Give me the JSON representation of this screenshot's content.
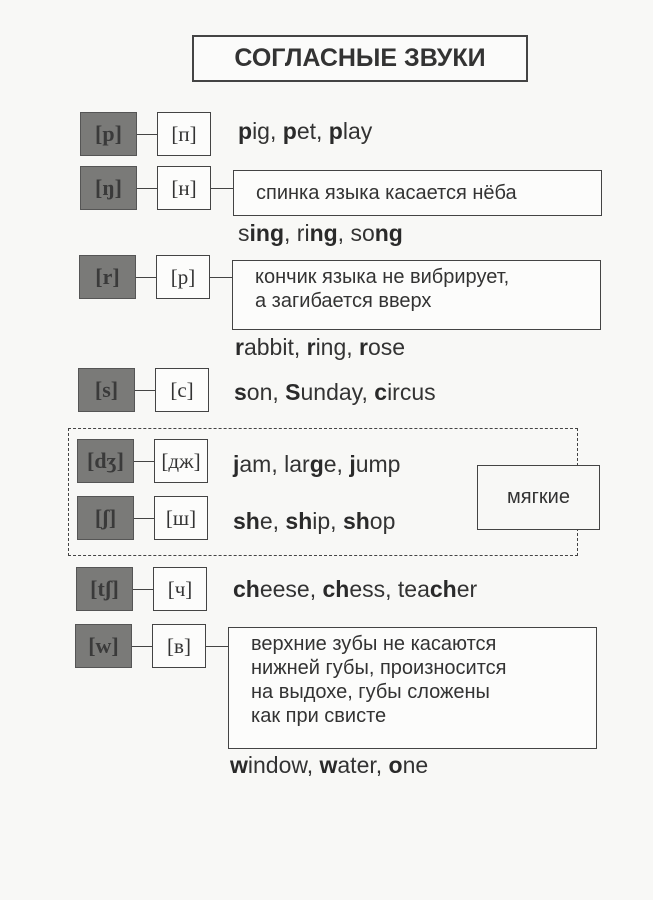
{
  "title": "СОГЛАСНЫЕ ЗВУКИ",
  "group_label": "мягкие",
  "rows": [
    {
      "ipa": "[p]",
      "ru": "[п]",
      "desc": null,
      "words": [
        [
          "p",
          1
        ],
        [
          "ig, ",
          0
        ],
        [
          "p",
          1
        ],
        [
          "et, ",
          0
        ],
        [
          "p",
          1
        ],
        [
          "lay",
          0
        ]
      ]
    },
    {
      "ipa": "[ŋ]",
      "ru": "[н]",
      "desc": "спинка языка касается нёба",
      "words": [
        [
          "s",
          0
        ],
        [
          "ing",
          1
        ],
        [
          ", ri",
          0
        ],
        [
          "ng",
          1
        ],
        [
          ", so",
          0
        ],
        [
          "ng",
          1
        ]
      ]
    },
    {
      "ipa": "[r]",
      "ru": "[р]",
      "desc": "кончик языка не вибрирует,\nа загибается вверх",
      "words": [
        [
          "r",
          1
        ],
        [
          "abbit, ",
          0
        ],
        [
          "r",
          1
        ],
        [
          "ing, ",
          0
        ],
        [
          "r",
          1
        ],
        [
          "ose",
          0
        ]
      ]
    },
    {
      "ipa": "[s]",
      "ru": "[с]",
      "desc": null,
      "words": [
        [
          "s",
          1
        ],
        [
          "on, ",
          0
        ],
        [
          "S",
          1
        ],
        [
          "unday, ",
          0
        ],
        [
          "c",
          1
        ],
        [
          "ircus",
          0
        ]
      ]
    },
    {
      "ipa": "[dʒ]",
      "ru": "[дж]",
      "desc": null,
      "words": [
        [
          "j",
          1
        ],
        [
          "am, lar",
          0
        ],
        [
          "g",
          1
        ],
        [
          "e, ",
          0
        ],
        [
          "j",
          1
        ],
        [
          "ump",
          0
        ]
      ]
    },
    {
      "ipa": "[ʃ]",
      "ru": "[ш]",
      "desc": null,
      "words": [
        [
          "sh",
          1
        ],
        [
          "e, ",
          0
        ],
        [
          "sh",
          1
        ],
        [
          "ip, ",
          0
        ],
        [
          "sh",
          1
        ],
        [
          "op",
          0
        ]
      ]
    },
    {
      "ipa": "[tʃ]",
      "ru": "[ч]",
      "desc": null,
      "words": [
        [
          "ch",
          1
        ],
        [
          "eese, ",
          0
        ],
        [
          "ch",
          1
        ],
        [
          "ess, tea",
          0
        ],
        [
          "ch",
          1
        ],
        [
          "er",
          0
        ]
      ]
    },
    {
      "ipa": "[w]",
      "ru": "[в]",
      "desc": "верхние зубы не касаются\nнижней губы, произносится\nна выдохе, губы сложены\nкак при свисте",
      "words": [
        [
          "w",
          1
        ],
        [
          "indow, ",
          0
        ],
        [
          "w",
          1
        ],
        [
          "ater, ",
          0
        ],
        [
          "o",
          1
        ],
        [
          "ne",
          0
        ]
      ]
    }
  ]
}
